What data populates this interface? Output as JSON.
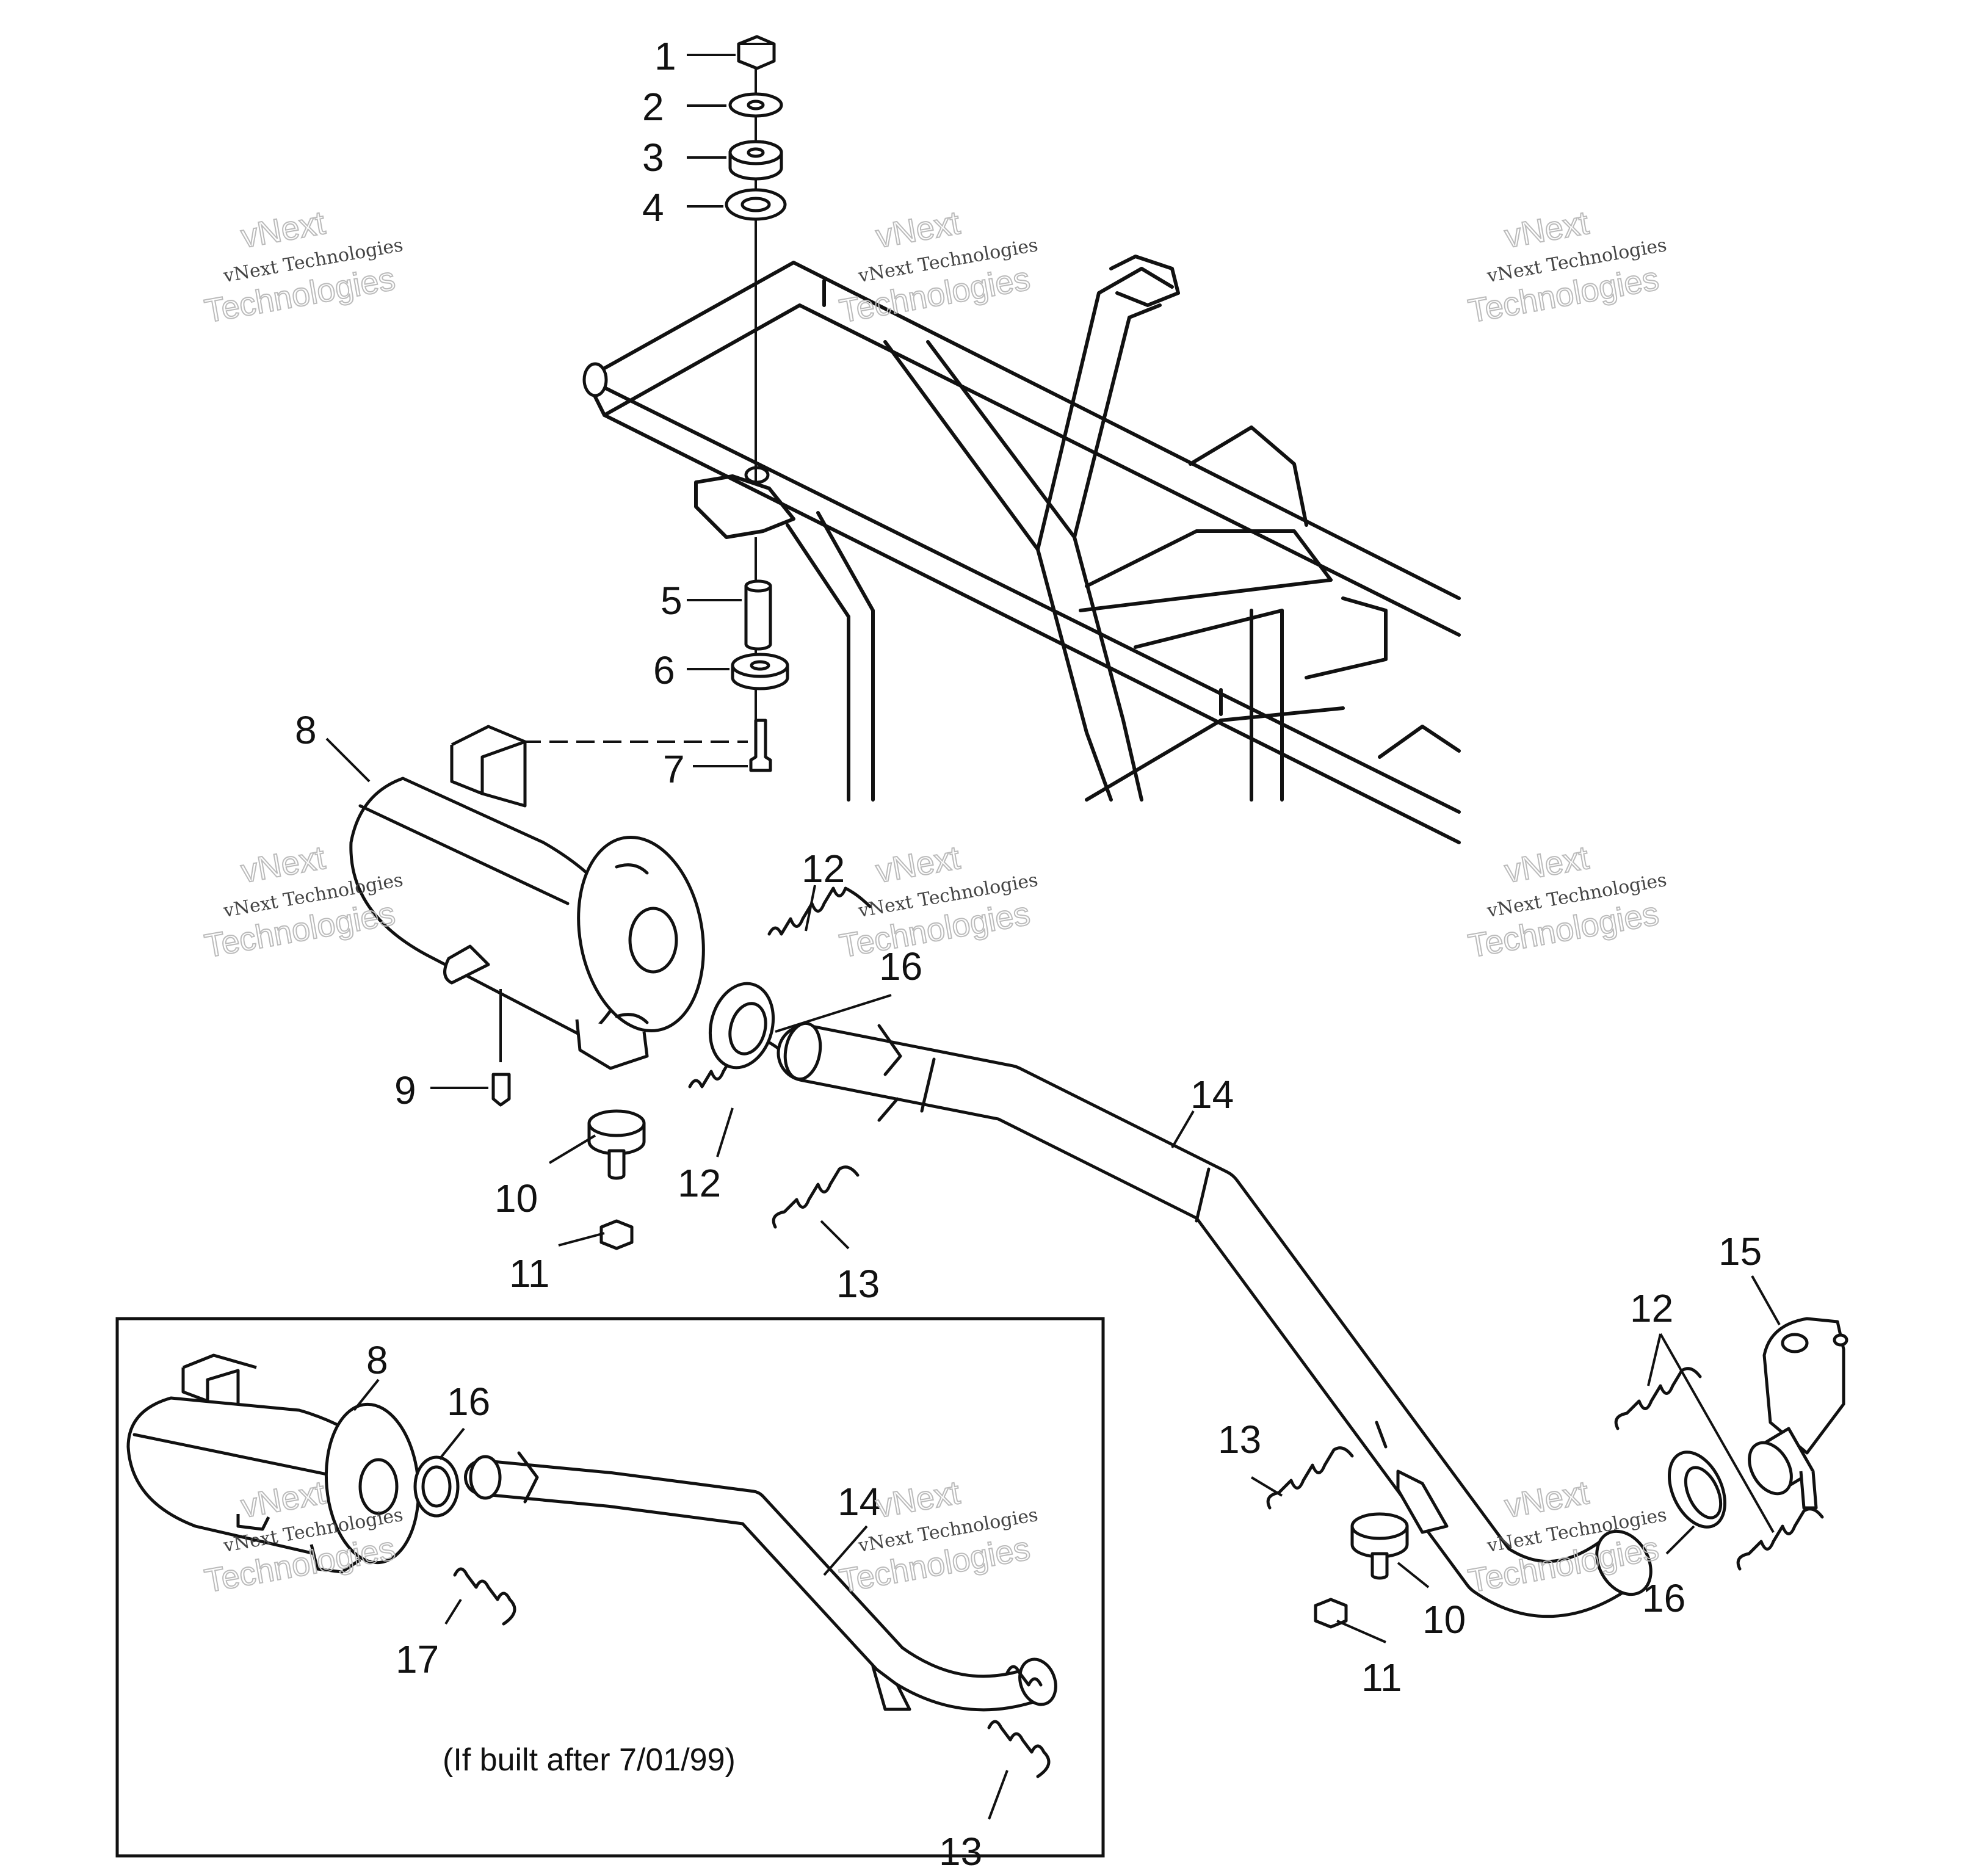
{
  "callouts": [
    "1",
    "2",
    "3",
    "4",
    "5",
    "6",
    "7",
    "8",
    "9",
    "10",
    "11",
    "12",
    "12",
    "16",
    "13",
    "14",
    "15",
    "12",
    "13",
    "10",
    "11",
    "16",
    "8",
    "16",
    "14",
    "17",
    "13"
  ],
  "inset_note": "(If built after 7/01/99)",
  "watermark": {
    "line1": "vNext",
    "line2": "vNext Technologies",
    "line3": "Technologies"
  }
}
